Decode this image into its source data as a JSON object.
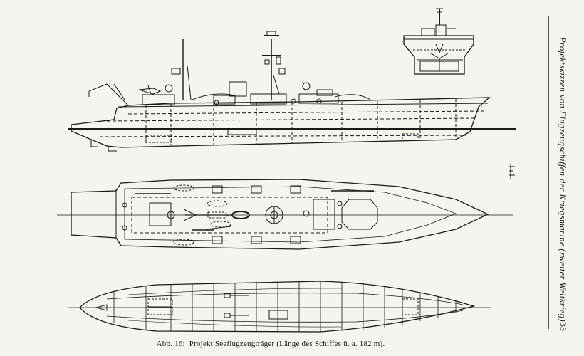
{
  "caption": {
    "label": "Abb. 16:",
    "text": "Projekt Seeflugzeugträger (Länge des Schiffes ü. a. 182 m)."
  },
  "running_head": "Projektskizzen von Flugzeugschiffen der Kriegsmarine (zweiter Weltkrieg)",
  "page_number": "33",
  "colors": {
    "paper": "#f6f4ef",
    "ink": "#1a1a1a"
  }
}
